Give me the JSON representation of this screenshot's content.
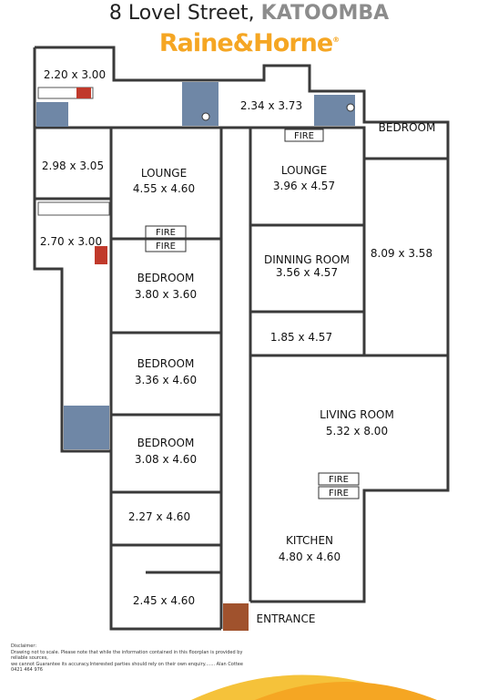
{
  "header": {
    "address": "8 Lovel Street,",
    "town": "KATOOMBA",
    "brand": "Raine&Horne",
    "brand_mark": "®"
  },
  "rooms": {
    "r_220": "2.20 x 3.00",
    "r_298": "2.98 x 3.05",
    "r_270": "2.70 x 3.00",
    "lounge1_name": "LOUNGE",
    "lounge1_dim": "4.55 x 4.60",
    "fire1": "FIRE",
    "fire2": "FIRE",
    "bed1_name": "BEDROOM",
    "bed1_dim": "3.80 x 3.60",
    "bed2_name": "BEDROOM",
    "bed2_dim": "3.36 x 4.60",
    "bed3_name": "BEDROOM",
    "bed3_dim": "3.08 x 4.60",
    "r_227": "2.27 x 4.60",
    "r_245": "2.45 x 4.60",
    "r_234": "2.34 x 3.73",
    "fire3": "FIRE",
    "lounge2_name": "LOUNGE",
    "lounge2_dim": "3.96 x 4.57",
    "bedroom4_name": "BEDROOM",
    "dining_name": "DINNING ROOM",
    "dining_dim": "3.56 x 4.57",
    "r_809": "8.09 x 3.58",
    "r_185": "1.85 x 4.57",
    "living_name": "LIVING ROOM",
    "living_dim": "5.32 x 8.00",
    "fire4": "FIRE",
    "fire5": "FIRE",
    "kitchen_name": "KITCHEN",
    "kitchen_dim": "4.80 x 4.60",
    "entrance": "ENTRANCE"
  },
  "disclaimer": {
    "heading": "Disclaimer:",
    "line1": "Drawing not to scale. Please note that while the information contained in this floorplan is provided by reliable sources,",
    "line2": "we cannot Guarantee its accuracy.Interested parties should rely on their own enquiry....... Alan Cottee 0421 464 976"
  },
  "colors": {
    "wall": "#3a3a3a",
    "wet_area": "#6f87a6",
    "brand_orange": "#f5a623",
    "entrance_deck": "#a0522d"
  }
}
